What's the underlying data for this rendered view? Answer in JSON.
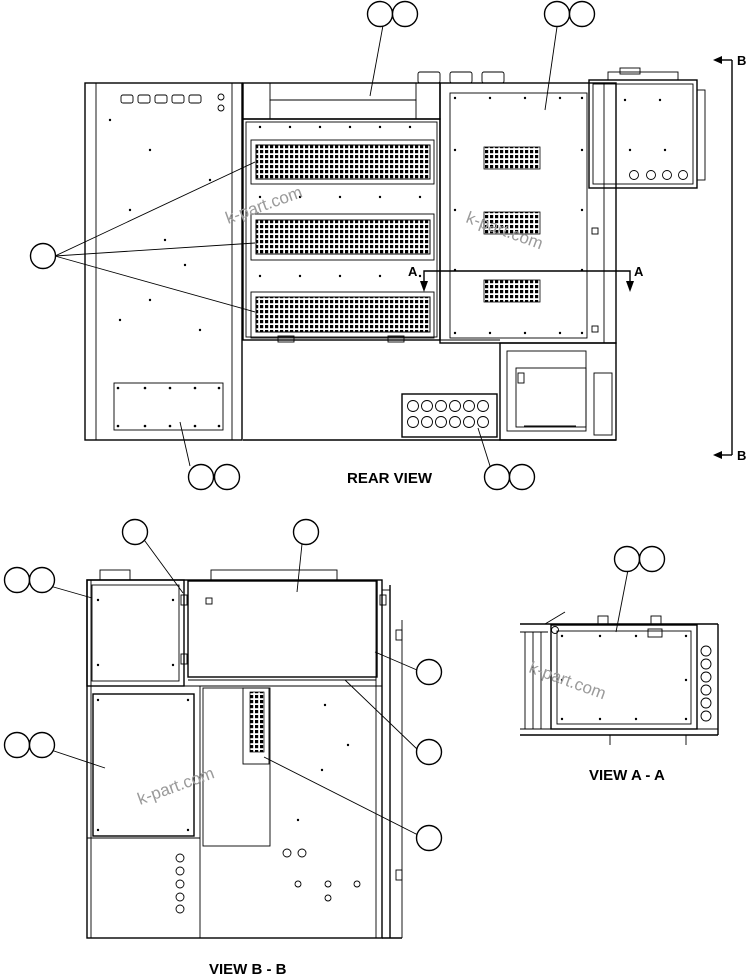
{
  "views": {
    "rear": {
      "caption": "REAR VIEW"
    },
    "view_b": {
      "caption": "VIEW B - B"
    },
    "view_a": {
      "caption": "VIEW A - A"
    }
  },
  "section_marks": {
    "a": "A",
    "b": "B"
  },
  "watermark": "k-part.com"
}
